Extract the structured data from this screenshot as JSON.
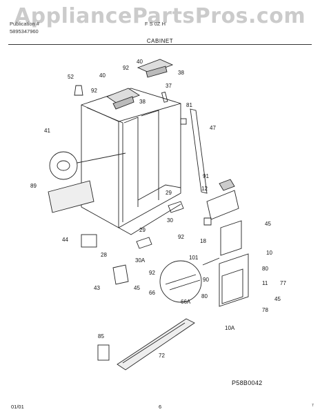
{
  "watermark": "AppliancePartsPros.com",
  "header": {
    "line1_left": "Publication #",
    "line1_right": "F S 0Z H",
    "line2_left": "5895347960"
  },
  "section_title": "CABINET",
  "diagram_code": "P58B0042",
  "footer": {
    "date": "01/01",
    "page": "6",
    "tiny": "7"
  },
  "callouts": [
    "40",
    "92",
    "38",
    "52",
    "40",
    "37",
    "92",
    "38",
    "81",
    "47",
    "41",
    "91",
    "89",
    "12",
    "29",
    "45",
    "30",
    "29",
    "92",
    "18",
    "44",
    "10",
    "101",
    "80",
    "28",
    "30A",
    "90",
    "11",
    "77",
    "92",
    "45",
    "43",
    "80",
    "45",
    "66",
    "66A",
    "78",
    "10A",
    "85",
    "72"
  ]
}
